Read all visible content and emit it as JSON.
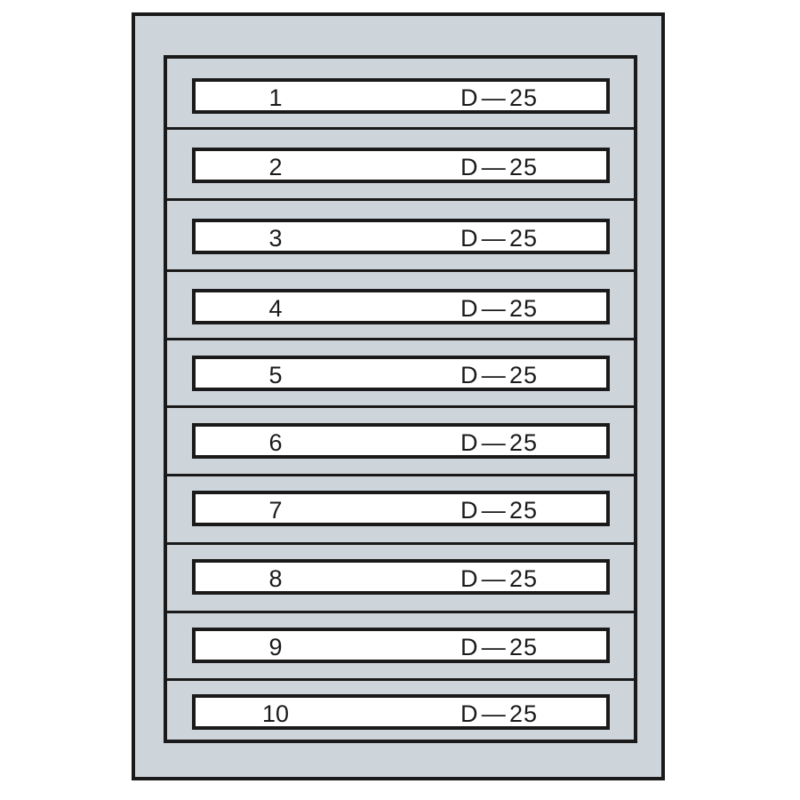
{
  "colors": {
    "cabinet_fill": "#cdd4da",
    "outline": "#1a1a1a",
    "label_fill": "#ffffff"
  },
  "drawers": [
    {
      "number": "1",
      "code": "D — 25"
    },
    {
      "number": "2",
      "code": "D — 25"
    },
    {
      "number": "3",
      "code": "D — 25"
    },
    {
      "number": "4",
      "code": "D — 25"
    },
    {
      "number": "5",
      "code": "D — 25"
    },
    {
      "number": "6",
      "code": "D — 25"
    },
    {
      "number": "7",
      "code": "D — 25"
    },
    {
      "number": "8",
      "code": "D — 25"
    },
    {
      "number": "9",
      "code": "D — 25"
    },
    {
      "number": "10",
      "code": "D — 25"
    }
  ]
}
